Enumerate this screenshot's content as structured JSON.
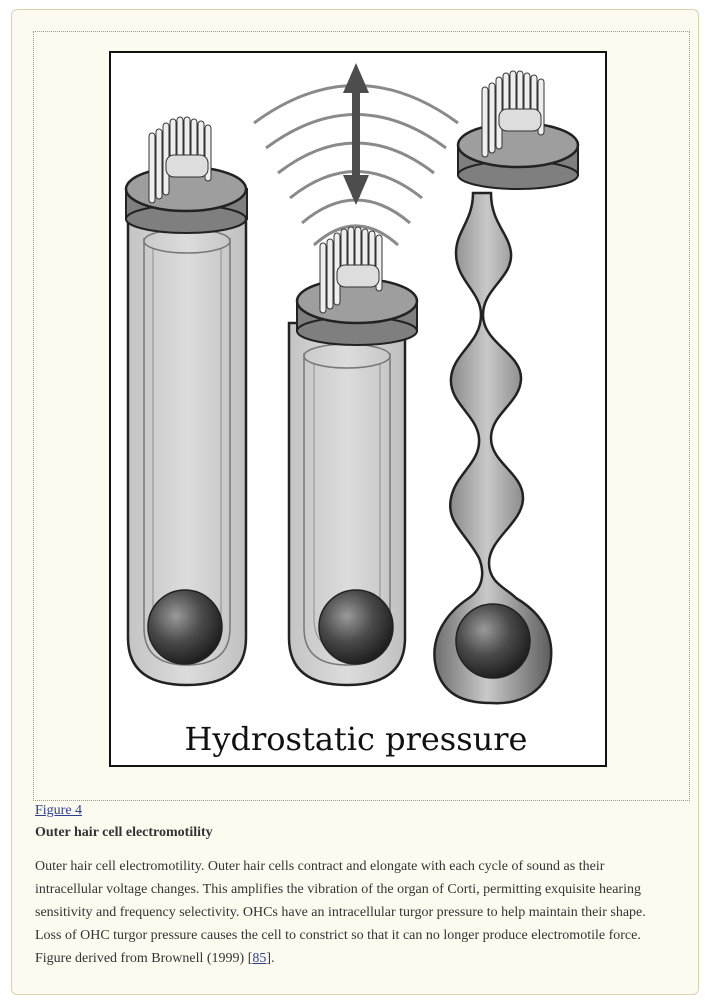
{
  "figure": {
    "link_label": "Figure 4",
    "title": "Outer hair cell electromotility",
    "image_label": "Hydrostatic pressure",
    "caption_text": "Outer hair cell electromotility. Outer hair cells contract and elongate with each cycle of sound as their intracellular voltage changes. This amplifies the vibration of the organ of Corti, permitting exquisite hearing sensitivity and frequency selectivity. OHCs have an intracellular turgor pressure to help maintain their shape. Loss of OHC turgor pressure causes the cell to constrict so that it can no longer produce electromotile force. Figure derived from Brownell (1999) ",
    "caption_ref_open": "[",
    "caption_ref": "85",
    "caption_ref_close": "]."
  },
  "colors": {
    "panel_bg": "#fdfbf0",
    "link": "#2a3f8f",
    "text": "#333333"
  }
}
